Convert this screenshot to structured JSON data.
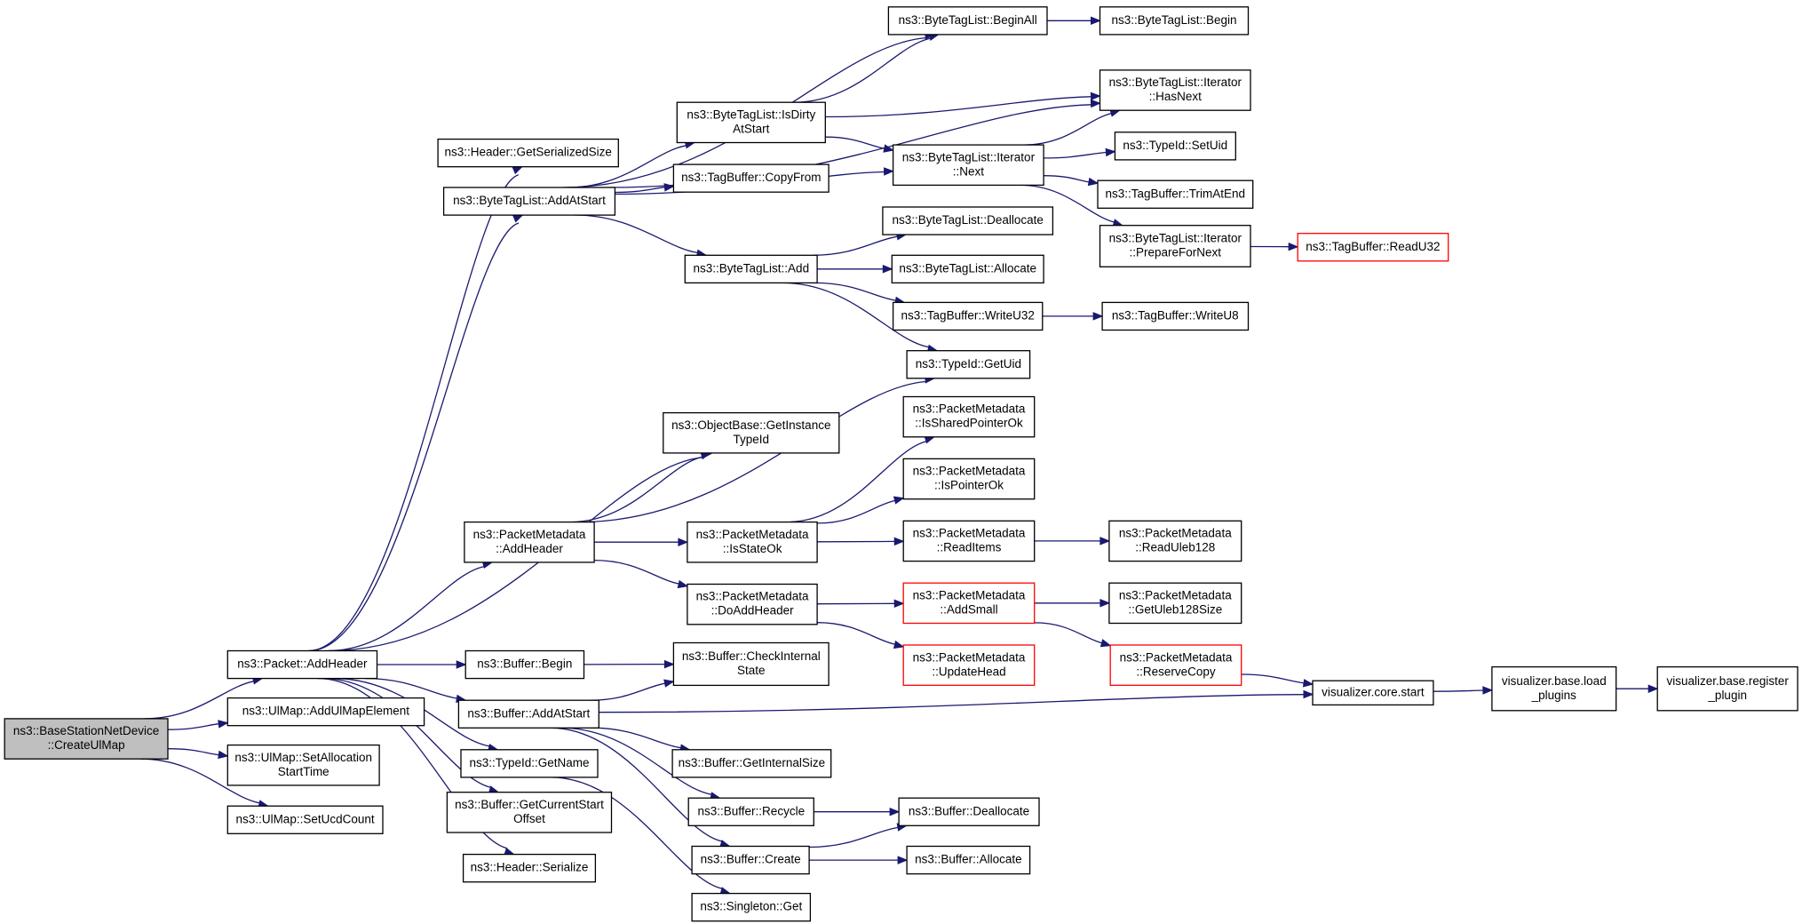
{
  "graph": {
    "colors": {
      "edge": "#191970",
      "node_border": "#000000",
      "highlight_border": "#ff0000",
      "root_fill": "#bfbfbf",
      "background": "#ffffff"
    },
    "nodes": [
      {
        "id": "root",
        "lines": [
          "ns3::BaseStationNetDevice",
          "::CreateUlMap"
        ],
        "root": true
      },
      {
        "id": "pkt_addheader",
        "lines": [
          "ns3::Packet::AddHeader"
        ]
      },
      {
        "id": "ulmap_addelem",
        "lines": [
          "ns3::UlMap::AddUlMapElement"
        ]
      },
      {
        "id": "ulmap_setalloc",
        "lines": [
          "ns3::UlMap::SetAllocation",
          "StartTime"
        ]
      },
      {
        "id": "ulmap_setucd",
        "lines": [
          "ns3::UlMap::SetUcdCount"
        ]
      },
      {
        "id": "hdr_getsize",
        "lines": [
          "ns3::Header::GetSerializedSize"
        ]
      },
      {
        "id": "btl_addatstart",
        "lines": [
          "ns3::ByteTagList::AddAtStart"
        ]
      },
      {
        "id": "ob_getinst",
        "lines": [
          "ns3::ObjectBase::GetInstance",
          "TypeId"
        ]
      },
      {
        "id": "pm_addheader",
        "lines": [
          "ns3::PacketMetadata",
          "::AddHeader"
        ]
      },
      {
        "id": "buf_begin",
        "lines": [
          "ns3::Buffer::Begin"
        ]
      },
      {
        "id": "buf_addatstart",
        "lines": [
          "ns3::Buffer::AddAtStart"
        ]
      },
      {
        "id": "tid_getname",
        "lines": [
          "ns3::TypeId::GetName"
        ]
      },
      {
        "id": "buf_getcurstart",
        "lines": [
          "ns3::Buffer::GetCurrentStart",
          "Offset"
        ]
      },
      {
        "id": "hdr_serialize",
        "lines": [
          "ns3::Header::Serialize"
        ]
      },
      {
        "id": "btl_isdirty",
        "lines": [
          "ns3::ByteTagList::IsDirty",
          "AtStart"
        ]
      },
      {
        "id": "tb_copyfrom",
        "lines": [
          "ns3::TagBuffer::CopyFrom"
        ]
      },
      {
        "id": "btl_add",
        "lines": [
          "ns3::ByteTagList::Add"
        ]
      },
      {
        "id": "pm_isstateok",
        "lines": [
          "ns3::PacketMetadata",
          "::IsStateOk"
        ]
      },
      {
        "id": "pm_doaddheader",
        "lines": [
          "ns3::PacketMetadata",
          "::DoAddHeader"
        ]
      },
      {
        "id": "buf_checkinternal",
        "lines": [
          "ns3::Buffer::CheckInternal",
          "State"
        ]
      },
      {
        "id": "buf_getinternalsize",
        "lines": [
          "ns3::Buffer::GetInternalSize"
        ]
      },
      {
        "id": "buf_recycle",
        "lines": [
          "ns3::Buffer::Recycle"
        ]
      },
      {
        "id": "buf_create",
        "lines": [
          "ns3::Buffer::Create"
        ]
      },
      {
        "id": "singleton_get",
        "lines": [
          "ns3::Singleton::Get"
        ]
      },
      {
        "id": "btl_beginall",
        "lines": [
          "ns3::ByteTagList::BeginAll"
        ]
      },
      {
        "id": "btli_next",
        "lines": [
          "ns3::ByteTagList::Iterator",
          "::Next"
        ]
      },
      {
        "id": "btl_dealloc",
        "lines": [
          "ns3::ByteTagList::Deallocate"
        ]
      },
      {
        "id": "btl_alloc",
        "lines": [
          "ns3::ByteTagList::Allocate"
        ]
      },
      {
        "id": "tb_writeu32",
        "lines": [
          "ns3::TagBuffer::WriteU32"
        ]
      },
      {
        "id": "tid_getuid",
        "lines": [
          "ns3::TypeId::GetUid"
        ]
      },
      {
        "id": "pm_issharedptr",
        "lines": [
          "ns3::PacketMetadata",
          "::IsSharedPointerOk"
        ]
      },
      {
        "id": "pm_ispointerok",
        "lines": [
          "ns3::PacketMetadata",
          "::IsPointerOk"
        ]
      },
      {
        "id": "pm_readitems",
        "lines": [
          "ns3::PacketMetadata",
          "::ReadItems"
        ]
      },
      {
        "id": "pm_addsmall",
        "lines": [
          "ns3::PacketMetadata",
          "::AddSmall"
        ],
        "red": true
      },
      {
        "id": "pm_updatehead",
        "lines": [
          "ns3::PacketMetadata",
          "::UpdateHead"
        ],
        "red": true
      },
      {
        "id": "buf_dealloc",
        "lines": [
          "ns3::Buffer::Deallocate"
        ]
      },
      {
        "id": "buf_alloc",
        "lines": [
          "ns3::Buffer::Allocate"
        ]
      },
      {
        "id": "btl_begin",
        "lines": [
          "ns3::ByteTagList::Begin"
        ]
      },
      {
        "id": "btli_hasnext",
        "lines": [
          "ns3::ByteTagList::Iterator",
          "::HasNext"
        ]
      },
      {
        "id": "tid_setuid",
        "lines": [
          "ns3::TypeId::SetUid"
        ]
      },
      {
        "id": "tb_trimatend",
        "lines": [
          "ns3::TagBuffer::TrimAtEnd"
        ]
      },
      {
        "id": "btli_prepare",
        "lines": [
          "ns3::ByteTagList::Iterator",
          "::PrepareForNext"
        ]
      },
      {
        "id": "tb_writeu8",
        "lines": [
          "ns3::TagBuffer::WriteU8"
        ]
      },
      {
        "id": "pm_readuleb",
        "lines": [
          "ns3::PacketMetadata",
          "::ReadUleb128"
        ]
      },
      {
        "id": "pm_getulebsize",
        "lines": [
          "ns3::PacketMetadata",
          "::GetUleb128Size"
        ]
      },
      {
        "id": "pm_reservecopy",
        "lines": [
          "ns3::PacketMetadata",
          "::ReserveCopy"
        ],
        "red": true
      },
      {
        "id": "tb_readu32",
        "lines": [
          "ns3::TagBuffer::ReadU32"
        ],
        "red": true
      },
      {
        "id": "viz_core_start",
        "lines": [
          "visualizer.core.start"
        ]
      },
      {
        "id": "viz_load_plugins",
        "lines": [
          "visualizer.base.load",
          "_plugins"
        ]
      },
      {
        "id": "viz_register_plugin",
        "lines": [
          "visualizer.base.register",
          "_plugin"
        ]
      }
    ],
    "edges": [
      [
        "root",
        "pkt_addheader"
      ],
      [
        "root",
        "ulmap_addelem"
      ],
      [
        "root",
        "ulmap_setalloc"
      ],
      [
        "root",
        "ulmap_setucd"
      ],
      [
        "pkt_addheader",
        "hdr_getsize"
      ],
      [
        "pkt_addheader",
        "btl_addatstart"
      ],
      [
        "pkt_addheader",
        "ob_getinst"
      ],
      [
        "pkt_addheader",
        "pm_addheader"
      ],
      [
        "pkt_addheader",
        "buf_begin"
      ],
      [
        "pkt_addheader",
        "buf_addatstart"
      ],
      [
        "pkt_addheader",
        "tid_getname"
      ],
      [
        "pkt_addheader",
        "buf_getcurstart"
      ],
      [
        "pkt_addheader",
        "hdr_serialize"
      ],
      [
        "btl_addatstart",
        "btl_beginall"
      ],
      [
        "btl_addatstart",
        "btli_hasnext"
      ],
      [
        "btl_addatstart",
        "btl_isdirty"
      ],
      [
        "btl_addatstart",
        "tb_copyfrom"
      ],
      [
        "btl_addatstart",
        "btli_next"
      ],
      [
        "btl_addatstart",
        "btl_add"
      ],
      [
        "btl_isdirty",
        "btl_beginall"
      ],
      [
        "btl_isdirty",
        "btli_hasnext"
      ],
      [
        "btl_isdirty",
        "btli_next"
      ],
      [
        "btl_beginall",
        "btl_begin"
      ],
      [
        "btli_next",
        "btli_hasnext"
      ],
      [
        "btli_next",
        "tid_setuid"
      ],
      [
        "btli_next",
        "tb_trimatend"
      ],
      [
        "btli_next",
        "btli_prepare"
      ],
      [
        "btli_prepare",
        "tb_readu32"
      ],
      [
        "btl_add",
        "btl_dealloc"
      ],
      [
        "btl_add",
        "btl_alloc"
      ],
      [
        "btl_add",
        "tb_writeu32"
      ],
      [
        "btl_add",
        "tid_getuid"
      ],
      [
        "tb_writeu32",
        "tb_writeu8"
      ],
      [
        "pm_addheader",
        "ob_getinst"
      ],
      [
        "pm_addheader",
        "tid_getuid"
      ],
      [
        "pm_addheader",
        "pm_isstateok"
      ],
      [
        "pm_addheader",
        "pm_doaddheader"
      ],
      [
        "pm_isstateok",
        "pm_issharedptr"
      ],
      [
        "pm_isstateok",
        "pm_ispointerok"
      ],
      [
        "pm_isstateok",
        "pm_readitems"
      ],
      [
        "pm_readitems",
        "pm_readuleb"
      ],
      [
        "pm_doaddheader",
        "pm_addsmall"
      ],
      [
        "pm_doaddheader",
        "pm_updatehead"
      ],
      [
        "pm_addsmall",
        "pm_getulebsize"
      ],
      [
        "pm_addsmall",
        "pm_reservecopy"
      ],
      [
        "pm_reservecopy",
        "viz_core_start"
      ],
      [
        "viz_core_start",
        "viz_load_plugins"
      ],
      [
        "viz_load_plugins",
        "viz_register_plugin"
      ],
      [
        "buf_begin",
        "buf_checkinternal"
      ],
      [
        "buf_addatstart",
        "buf_checkinternal"
      ],
      [
        "buf_addatstart",
        "viz_core_start"
      ],
      [
        "buf_addatstart",
        "buf_getinternalsize"
      ],
      [
        "buf_addatstart",
        "buf_recycle"
      ],
      [
        "buf_addatstart",
        "buf_create"
      ],
      [
        "buf_recycle",
        "buf_dealloc"
      ],
      [
        "buf_create",
        "buf_dealloc"
      ],
      [
        "buf_create",
        "buf_alloc"
      ],
      [
        "tid_getname",
        "singleton_get"
      ]
    ]
  }
}
